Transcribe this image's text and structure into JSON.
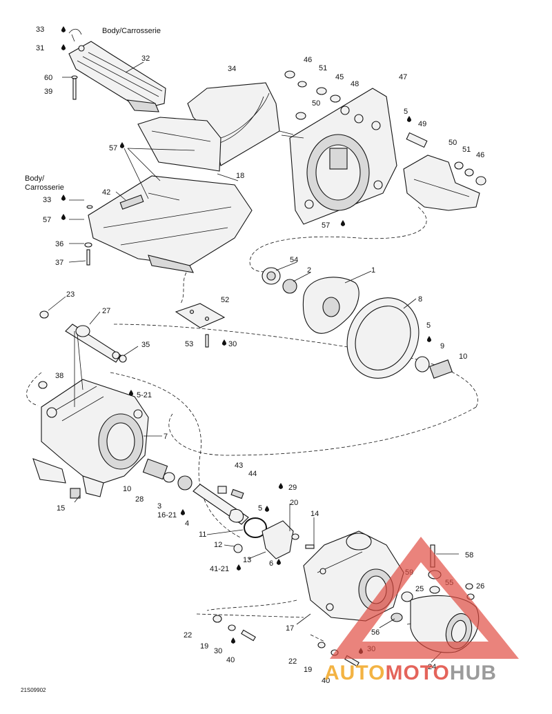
{
  "labels": {
    "body_top": "Body/Carrosserie",
    "body_left_1": "Body/",
    "body_left_2": "Carrosserie",
    "footer_code": "21S09902",
    "parts": {
      "p33a": "33",
      "p31": "31",
      "p32": "32",
      "p60": "60",
      "p39": "39",
      "p34": "34",
      "p46a": "46",
      "p51a": "51",
      "p45": "45",
      "p48": "48",
      "p50a": "50",
      "p47": "47",
      "p5a": "5",
      "p49": "49",
      "p50b": "50",
      "p51b": "51",
      "p46b": "46",
      "p57a": "57",
      "p18": "18",
      "p42": "42",
      "p33b": "33",
      "p57b": "57",
      "p36": "36",
      "p37": "37",
      "p57c": "57",
      "p54": "54",
      "p2": "2",
      "p1": "1",
      "p8": "8",
      "p52": "52",
      "p53": "53",
      "p30a": "30",
      "p5b": "5",
      "p9": "9",
      "p10a": "10",
      "p23": "23",
      "p27": "27",
      "p35": "35",
      "p38": "38",
      "p5_21": "5-21",
      "p7": "7",
      "p10b": "10",
      "p28": "28",
      "p3": "3",
      "p16_21": "16-21",
      "p4": "4",
      "p43": "43",
      "p44": "44",
      "p15": "15",
      "p11": "11",
      "p5c": "5",
      "p29": "29",
      "p20": "20",
      "p14": "14",
      "p12": "12",
      "p13": "13",
      "p41_21": "41-21",
      "p6": "6",
      "p58": "58",
      "p59": "59",
      "p25": "25",
      "p55": "55",
      "p26": "26",
      "p17": "17",
      "p56": "56",
      "p22a": "22",
      "p19a": "19",
      "p30b": "30",
      "p40a": "40",
      "p22b": "22",
      "p19b": "19",
      "p30c": "30",
      "p40b": "40",
      "p24": "24"
    }
  },
  "watermark": {
    "part1": "AUTO",
    "part2": "MOTO",
    "part3": "HUB",
    "color_red": "#e04a3f",
    "color_orange": "#f2a623",
    "color_gray": "#8a8a8a"
  }
}
